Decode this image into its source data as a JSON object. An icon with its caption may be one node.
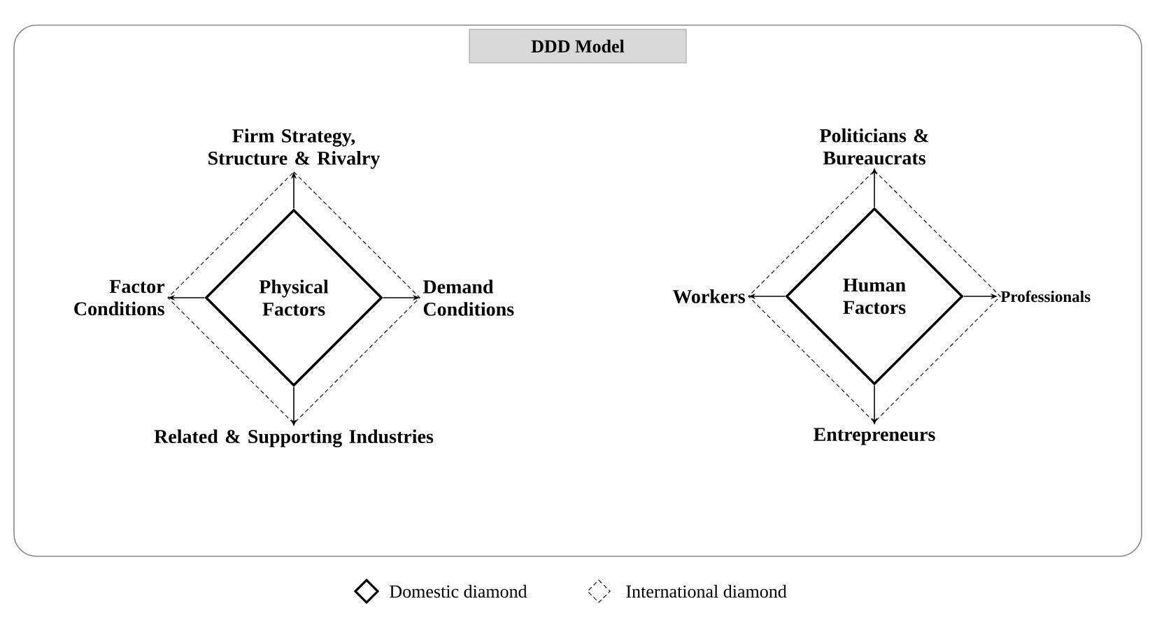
{
  "diagram": {
    "nodes": [
      {
        "text": [
          "DDD Model"
        ]
      },
      {
        "text": [
          "Physical Factors"
        ],
        "in": 0
      },
      {
        "text": [
          "Firm Strategy, Structure & Rivalry"
        ],
        "in": 0
      },
      {
        "text": [
          "Factor Conditions"
        ],
        "in": 0
      },
      {
        "text": [
          "Demand Conditions"
        ],
        "in": 0
      },
      {
        "text": [
          "Related & Supporting Industries"
        ],
        "in": 0
      },
      {
        "text": [
          "Human Factors"
        ],
        "in": 0
      },
      {
        "text": [
          "Politicians & Bureaucrats"
        ],
        "in": 0
      },
      {
        "text": [
          "Workers"
        ],
        "in": 0
      },
      {
        "text": [
          "Professionals"
        ],
        "in": 0
      },
      {
        "text": [
          "Entrepreneurs"
        ],
        "in": 0
      }
    ],
    "edges": [
      {
        "from": 1,
        "to": 2,
        "arrow": "to"
      },
      {
        "from": 1,
        "to": 3,
        "arrow": "to"
      },
      {
        "from": 1,
        "to": 4,
        "arrow": "to"
      },
      {
        "from": 1,
        "to": 5,
        "arrow": "to"
      },
      {
        "from": 6,
        "to": 7,
        "arrow": "to"
      },
      {
        "from": 6,
        "to": 8,
        "arrow": "to"
      },
      {
        "from": 6,
        "to": 9,
        "arrow": "to"
      },
      {
        "from": 6,
        "to": 10,
        "arrow": "to"
      }
    ],
    "legend": [
      {
        "text": "Domestic diamond"
      },
      {
        "text": "International diamond"
      }
    ]
  }
}
